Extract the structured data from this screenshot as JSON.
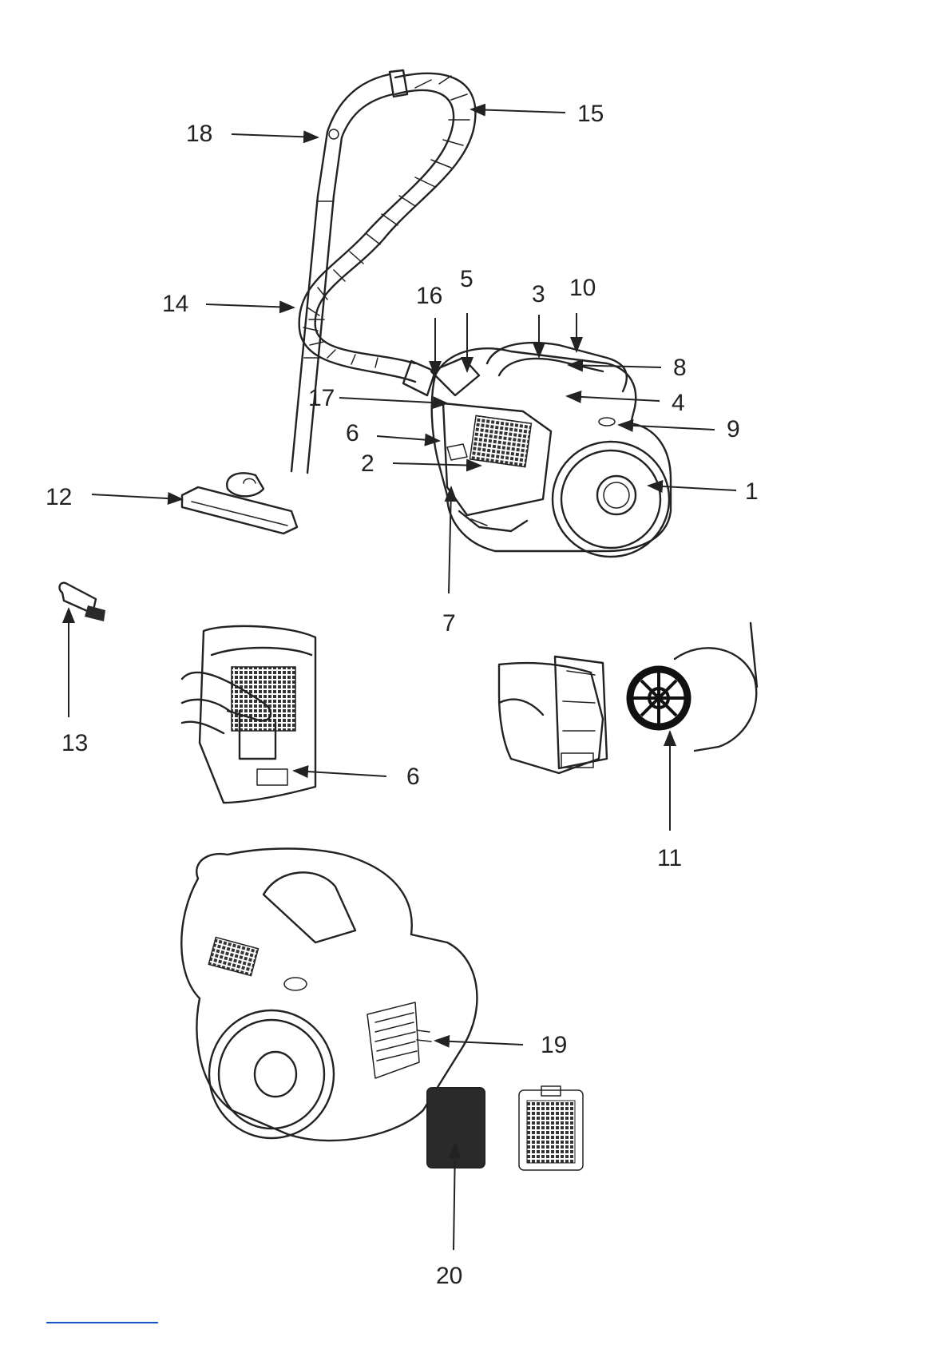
{
  "diagram": {
    "callouts": [
      {
        "id": "c18",
        "label": "18"
      },
      {
        "id": "c15",
        "label": "15"
      },
      {
        "id": "c14",
        "label": "14"
      },
      {
        "id": "c16",
        "label": "16"
      },
      {
        "id": "c5",
        "label": "5"
      },
      {
        "id": "c3",
        "label": "3"
      },
      {
        "id": "c10",
        "label": "10"
      },
      {
        "id": "c8",
        "label": "8"
      },
      {
        "id": "c17",
        "label": "17"
      },
      {
        "id": "c4",
        "label": "4"
      },
      {
        "id": "c6a",
        "label": "6"
      },
      {
        "id": "c9",
        "label": "9"
      },
      {
        "id": "c2",
        "label": "2"
      },
      {
        "id": "c12",
        "label": "12"
      },
      {
        "id": "c1",
        "label": "1"
      },
      {
        "id": "c7",
        "label": "7"
      },
      {
        "id": "c13",
        "label": "13"
      },
      {
        "id": "c6b",
        "label": "6"
      },
      {
        "id": "c11",
        "label": "11"
      },
      {
        "id": "c19",
        "label": "19"
      },
      {
        "id": "c20",
        "label": "20"
      }
    ]
  },
  "colors": {
    "line": "#222222",
    "link_underline": "#1a55c8",
    "background": "#ffffff"
  }
}
